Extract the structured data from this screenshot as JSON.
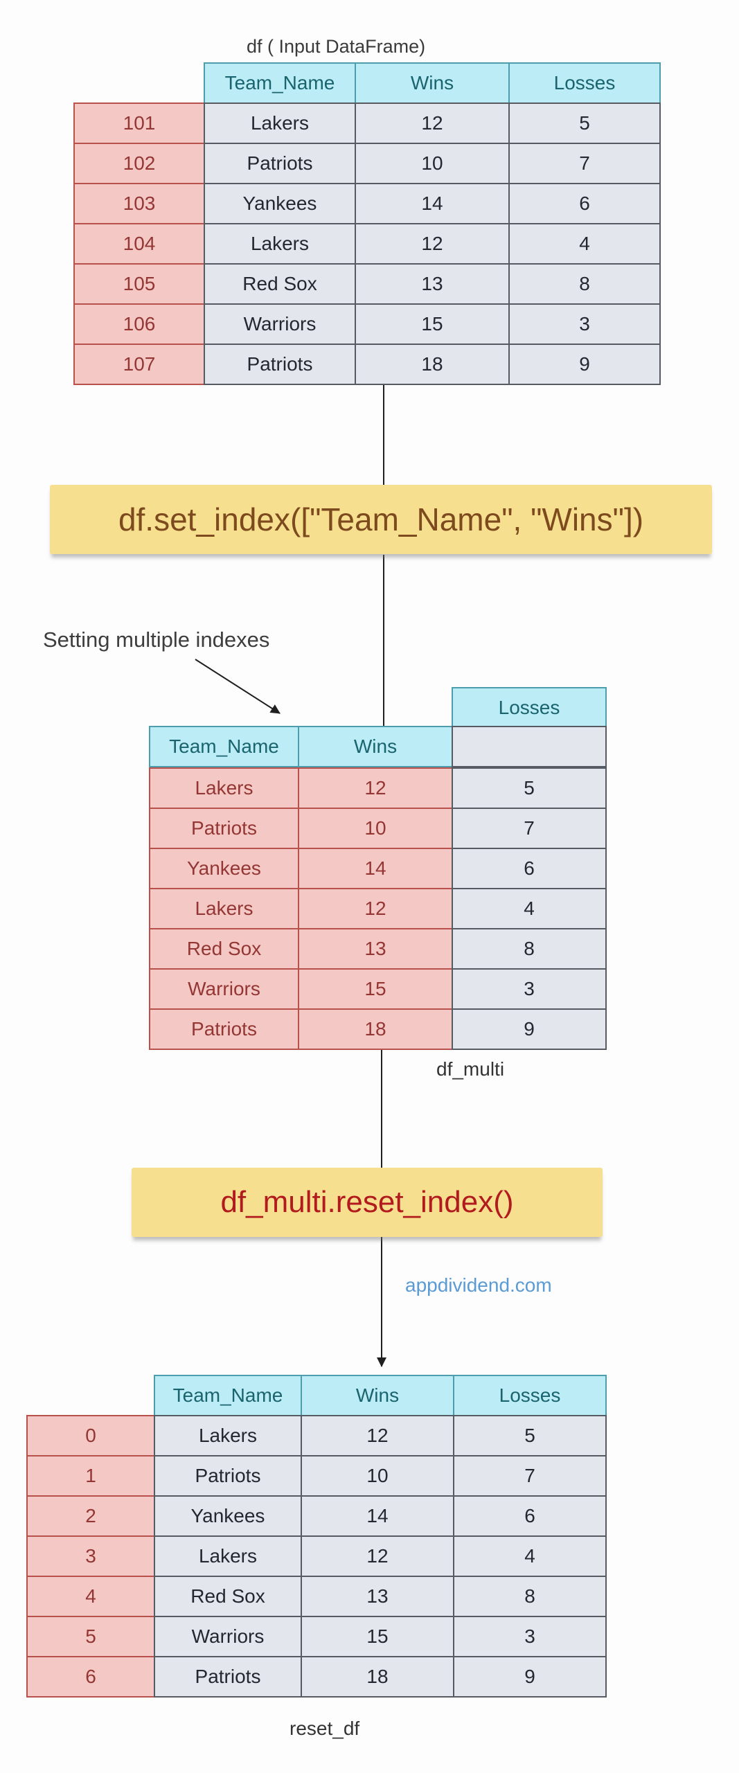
{
  "colors": {
    "header_bg": "#bcecf5",
    "header_border": "#4e9dac",
    "header_text": "#19646e",
    "index_bg": "#f4c9c5",
    "index_border": "#b8514b",
    "index_text": "#943634",
    "cell_bg": "#e4e6ed",
    "cell_border": "#565b63",
    "cell_text": "#23272f",
    "code_box_bg": "#f6df8f",
    "code1_text": "#7d4a1e",
    "code2_text": "#b21b1e",
    "watermark_text": "#5b9bd5",
    "connector": "#1f1f1f"
  },
  "input_table": {
    "caption": "df ( Input DataFrame)",
    "columns": [
      "Team_Name",
      "Wins",
      "Losses"
    ],
    "index": [
      "101",
      "102",
      "103",
      "104",
      "105",
      "106",
      "107"
    ],
    "rows": [
      [
        "Lakers",
        "12",
        "5"
      ],
      [
        "Patriots",
        "10",
        "7"
      ],
      [
        "Yankees",
        "14",
        "6"
      ],
      [
        "Lakers",
        "12",
        "4"
      ],
      [
        "Red Sox",
        "13",
        "8"
      ],
      [
        "Warriors",
        "15",
        "3"
      ],
      [
        "Patriots",
        "18",
        "9"
      ]
    ]
  },
  "code_step_1": {
    "code": "df.set_index([\"Team_Name\", \"Wins\"])"
  },
  "annotation": {
    "text": "Setting multiple indexes"
  },
  "multi_table": {
    "label": "df_multi",
    "index_columns": [
      "Team_Name",
      "Wins"
    ],
    "value_column": "Losses",
    "rows": [
      [
        "Lakers",
        "12",
        "5"
      ],
      [
        "Patriots",
        "10",
        "7"
      ],
      [
        "Yankees",
        "14",
        "6"
      ],
      [
        "Lakers",
        "12",
        "4"
      ],
      [
        "Red Sox",
        "13",
        "8"
      ],
      [
        "Warriors",
        "15",
        "3"
      ],
      [
        "Patriots",
        "18",
        "9"
      ]
    ]
  },
  "code_step_2": {
    "code": "df_multi.reset_index()"
  },
  "watermark": {
    "text": "appdividend.com"
  },
  "reset_table": {
    "label": "reset_df",
    "columns": [
      "Team_Name",
      "Wins",
      "Losses"
    ],
    "index": [
      "0",
      "1",
      "2",
      "3",
      "4",
      "5",
      "6"
    ],
    "rows": [
      [
        "Lakers",
        "12",
        "5"
      ],
      [
        "Patriots",
        "10",
        "7"
      ],
      [
        "Yankees",
        "14",
        "6"
      ],
      [
        "Lakers",
        "12",
        "4"
      ],
      [
        "Red Sox",
        "13",
        "8"
      ],
      [
        "Warriors",
        "15",
        "3"
      ],
      [
        "Patriots",
        "18",
        "9"
      ]
    ]
  }
}
